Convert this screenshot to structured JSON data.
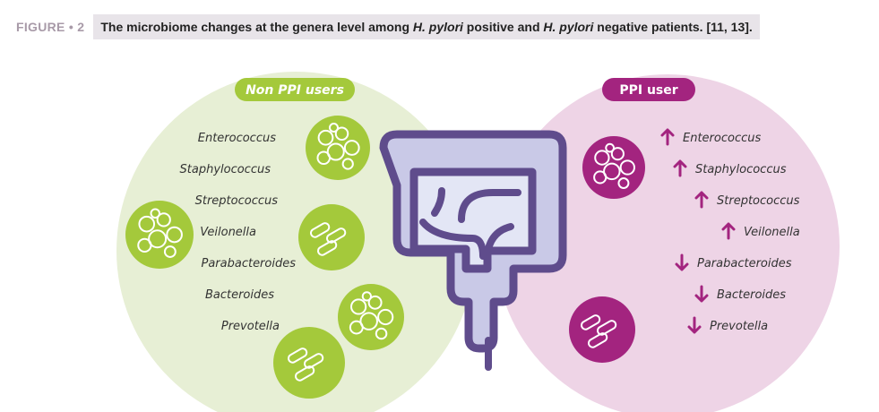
{
  "caption": {
    "figure_label": "FIGURE • 2",
    "title_pre": "The microbiome changes at the genera level among ",
    "title_em1": "H. pylori",
    "title_mid": " positive and ",
    "title_em2": "H. pylori",
    "title_post": " negative patients. [11, 13]."
  },
  "left": {
    "badge": "Non PPI users",
    "genera": [
      "Enterococcus",
      "Staphylococcus",
      "Streptococcus",
      "Veilonella",
      "Parabacteroides",
      "Bacteroides",
      "Prevotella"
    ]
  },
  "right": {
    "badge": "PPI user",
    "genera": [
      {
        "name": "Enterococcus",
        "direction": "up"
      },
      {
        "name": "Staphylococcus",
        "direction": "up"
      },
      {
        "name": "Streptococcus",
        "direction": "up"
      },
      {
        "name": "Veilonella",
        "direction": "up"
      },
      {
        "name": "Parabacteroides",
        "direction": "down"
      },
      {
        "name": "Bacteroides",
        "direction": "down"
      },
      {
        "name": "Prevotella",
        "direction": "down"
      }
    ]
  },
  "colors": {
    "green": "#a4c93b",
    "green_bg": "#e7efd5",
    "magenta": "#a3247f",
    "pink_bg": "#eed4e6",
    "gut_fill": "#c9c9e7",
    "gut_stroke": "#5f4c8c"
  }
}
